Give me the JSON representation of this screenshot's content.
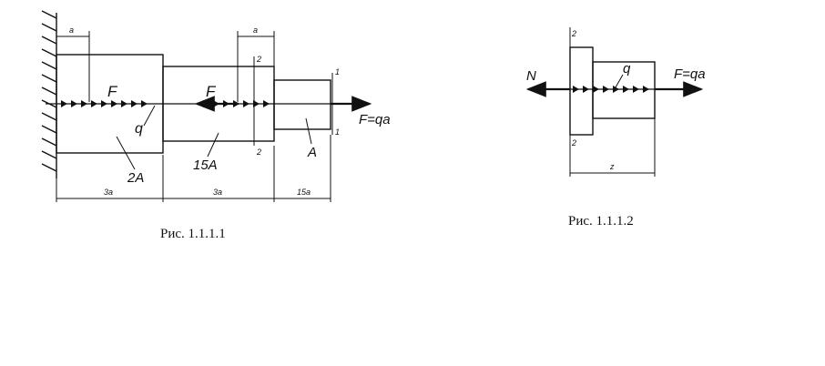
{
  "figure1": {
    "caption": "Рис. 1.1.1.1",
    "load_q": "q",
    "force_left": "F",
    "force_mid": "F",
    "force_right": "F=qa",
    "area_left": "2A",
    "area_mid": "15A",
    "area_right": "A",
    "dim_top_left": "a",
    "dim_top_mid": "a",
    "dim_bottom_1": "3a",
    "dim_bottom_2": "3a",
    "dim_bottom_3": "15a",
    "section_1_top": "1",
    "section_1_bottom": "1",
    "section_2_top": "2",
    "section_2_bottom": "2"
  },
  "figure2": {
    "caption": "Рис. 1.1.1.2",
    "force_left": "N",
    "load_q": "q",
    "force_right": "F=qa",
    "section_top": "2",
    "section_bottom": "2",
    "dim_z": "z"
  }
}
